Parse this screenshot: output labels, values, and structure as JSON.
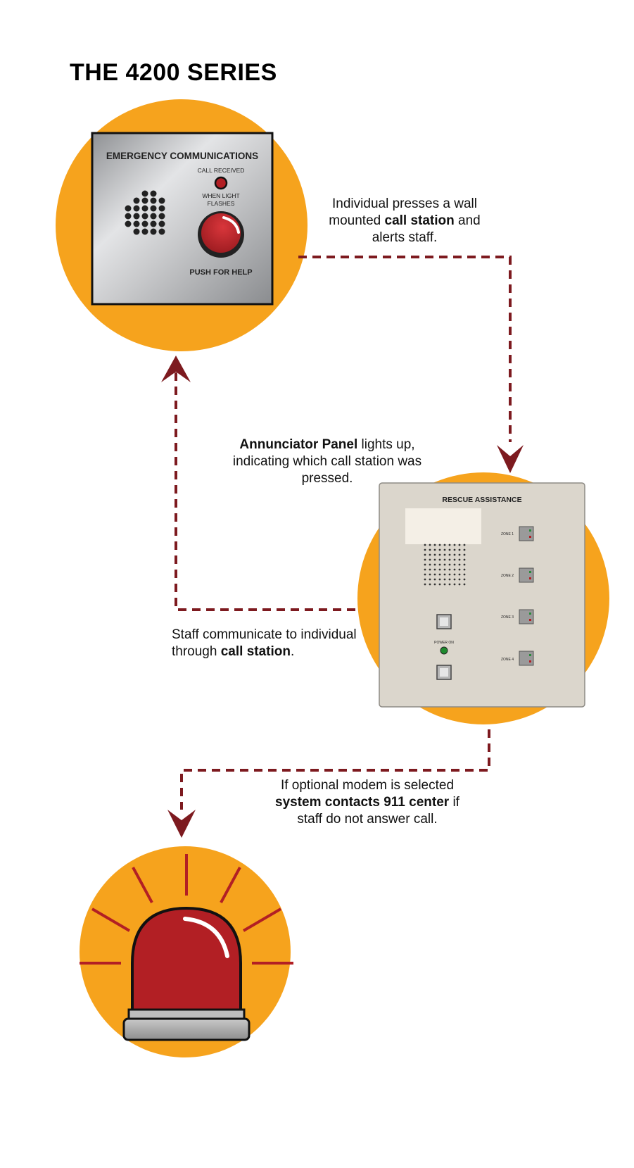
{
  "title": "THE 4200 SERIES",
  "call_station": {
    "heading": "EMERGENCY COMMUNICATIONS",
    "call_received": "CALL RECEIVED",
    "when_light_line1": "WHEN LIGHT",
    "when_light_line2": "FLASHES",
    "push_label": "PUSH FOR HELP"
  },
  "annunciator": {
    "heading": "RESCUE ASSISTANCE",
    "zones": [
      "ZONE 1",
      "ZONE 2",
      "ZONE 3",
      "ZONE 4"
    ],
    "power_label": "POWER ON"
  },
  "captions": {
    "step1": {
      "pre": "Individual presses a wall mounted ",
      "bold": "call station",
      "post": " and alerts staff."
    },
    "step2": {
      "bold": "Annunciator Panel",
      "post": " lights up, indicating which call station was pressed."
    },
    "step3": {
      "pre": "Staff communicate to individual through ",
      "bold": "call station",
      "post": "."
    },
    "step4": {
      "pre": "If optional modem is selected ",
      "bold": "system contacts 911 center",
      "post": " if staff do not answer call."
    }
  },
  "colors": {
    "circle": "#f6a31d",
    "arrow": "#7d1a1f",
    "button_red": "#b21f24",
    "panel_beige": "#dbd6cc",
    "steel": "#a9abae"
  }
}
